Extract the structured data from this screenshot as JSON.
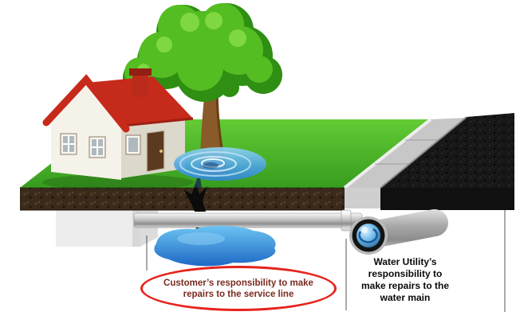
{
  "callouts": {
    "customer": {
      "line1": "Customer’s responsibility to make",
      "line2": "repairs to the service line"
    },
    "utility": {
      "line1": "Water Utility’s",
      "line2": "responsibility to",
      "line3": "make repairs to the",
      "line4": "water main"
    }
  },
  "colors": {
    "background": "#ffffff",
    "callout_oval": "#e6231c",
    "customer_text": "#7a2a1e",
    "utility_text": "#0a0a0a",
    "grass": "#43ad24",
    "soil": "#3a2a1b",
    "road": "#161616",
    "sidewalk": "#c7c7c7",
    "roof": "#c62a1a",
    "water": "#2f86d4",
    "pipe": "#bdbdbd"
  }
}
